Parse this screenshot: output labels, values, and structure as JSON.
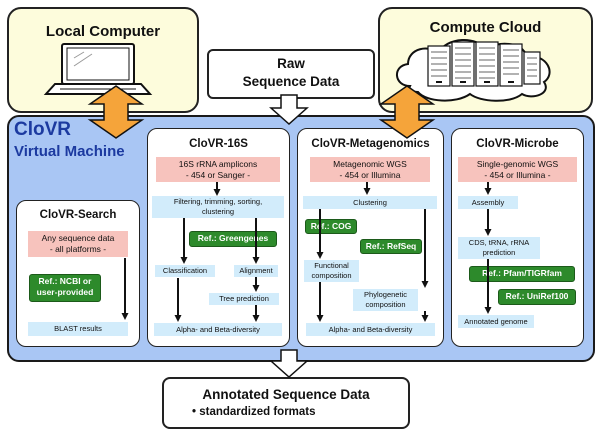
{
  "local_computer": {
    "title": "Local Computer"
  },
  "compute_cloud": {
    "title": "Compute Cloud"
  },
  "raw_data": {
    "line1": "Raw",
    "line2": "Sequence Data"
  },
  "vm": {
    "line1": "CloVR",
    "line2": "Virtual Machine"
  },
  "search": {
    "title": "CloVR-Search",
    "input_line1": "Any sequence data",
    "input_line2": "- all platforms -",
    "ref_line1": "Ref.: NCBI or",
    "ref_line2": "user-provided",
    "output": "BLAST results"
  },
  "s16": {
    "title": "CloVR-16S",
    "input_line1": "16S rRNA amplicons",
    "input_line2": "- 454 or Sanger -",
    "step1_line1": "Filtering, trimming, sorting,",
    "step1_line2": "clustering",
    "ref": "Ref.: Greengenes",
    "classification": "Classification",
    "alignment": "Alignment",
    "tree": "Tree prediction",
    "output": "Alpha- and Beta-diversity"
  },
  "meta": {
    "title": "CloVR-Metagenomics",
    "input_line1": "Metagenomic WGS",
    "input_line2": "- 454 or Illumina",
    "clustering": "Clustering",
    "ref_cog": "Ref.: COG",
    "ref_refseq": "Ref.: RefSeq",
    "functional_line1": "Functional",
    "functional_line2": "composition",
    "phylo_line1": "Phylogenetic",
    "phylo_line2": "composition",
    "output": "Alpha- and Beta-diversity"
  },
  "microbe": {
    "title": "CloVR-Microbe",
    "input_line1": "Single-genomic WGS",
    "input_line2": "- 454 or Illumina -",
    "assembly": "Assembly",
    "cds_line1": "CDS, tRNA, rRNA",
    "cds_line2": "prediction",
    "ref_pfam": "Ref.: Pfam/TIGRfam",
    "ref_uniref": "Ref.: UniRef100",
    "output": "Annotated genome"
  },
  "annotated": {
    "title": "Annotated Sequence Data",
    "bullet": "• standardized formats"
  },
  "colors": {
    "vm_background": "#a9c6f4",
    "vm_title": "#1c3aa0",
    "top_box_fill": "#fdfcdc",
    "input_pink": "#f7c3bd",
    "step_cyan": "#d2ecfb",
    "reference_green": "#2d8a2b",
    "double_arrow_orange": "#f5a43a"
  }
}
